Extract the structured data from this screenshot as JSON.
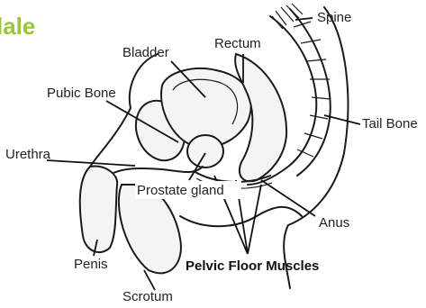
{
  "title": "lale",
  "colors": {
    "title": "#9bc53d",
    "ink": "#1a1a1a"
  },
  "labels": {
    "spine": "Spine",
    "bladder": "Bladder",
    "rectum": "Rectum",
    "pubic_bone": "Pubic Bone",
    "tail_bone": "Tail Bone",
    "urethra": "Urethra",
    "prostate_gland": "Prostate gland",
    "anus": "Anus",
    "penis": "Penis",
    "pelvic_floor_muscles": "Pelvic Floor Muscles",
    "scrotum": "Scrotum"
  }
}
